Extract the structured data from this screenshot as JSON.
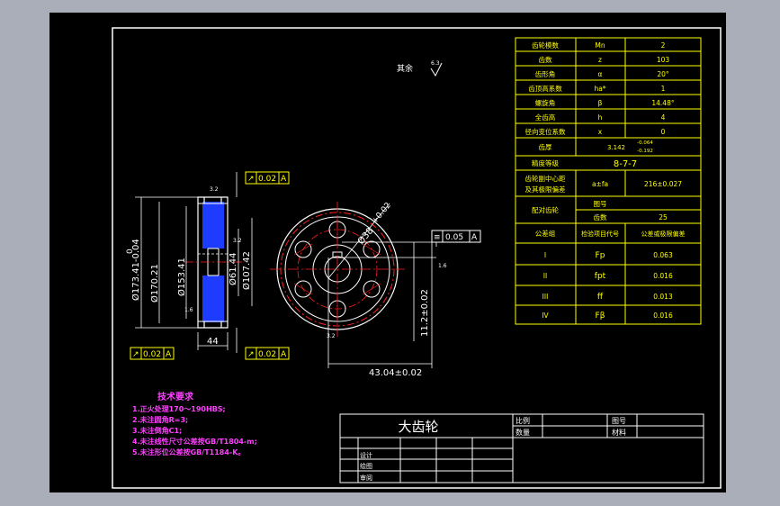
{
  "colors": {
    "background": "#000000",
    "frame": "#ffffff",
    "table": "#ffff00",
    "part": "#ffffff",
    "hatch": "#1e3cff",
    "centerline": "#ff2020",
    "dimension": "#ffffff",
    "notes": "#ff40ff"
  },
  "surface_note": {
    "text": "其余",
    "symbol": "6.3"
  },
  "params": [
    {
      "name": "齿轮模数",
      "symbol": "Mn",
      "value": "2"
    },
    {
      "name": "齿数",
      "symbol": "z",
      "value": "103"
    },
    {
      "name": "齿形角",
      "symbol": "α",
      "value": "20°"
    },
    {
      "name": "齿顶高系数",
      "symbol": "ha*",
      "value": "1"
    },
    {
      "name": "螺旋角",
      "symbol": "β",
      "value": "14.48°"
    },
    {
      "name": "全齿高",
      "symbol": "h",
      "value": "4"
    },
    {
      "name": "径向变位系数",
      "symbol": "x",
      "value": "0"
    }
  ],
  "thickness": {
    "name": "齿厚",
    "value": "3.142",
    "upper": "-0.064",
    "lower": "-0.192"
  },
  "precision": {
    "name": "精度等级",
    "value": "8-7-7"
  },
  "center_dist": {
    "name1": "齿轮副中心距",
    "name2": "及其极限偏差",
    "symbol": "a±fa",
    "value": "216±0.027"
  },
  "mating": {
    "name": "配对齿轮",
    "row1": "图号",
    "row2": "齿数",
    "row2_value": "25"
  },
  "tol_header": {
    "group": "公差组",
    "item": "检验项目代号",
    "value": "公差或极限偏差"
  },
  "tol_rows": [
    {
      "group": "I",
      "code": "Fp",
      "value": "0.063"
    },
    {
      "group": "II",
      "code": "fpt",
      "value": "0.016"
    },
    {
      "group": "III",
      "code": "ff",
      "value": "0.013"
    },
    {
      "group": "IV",
      "code": "Fβ",
      "value": "0.016"
    }
  ],
  "dims": {
    "d1": "Ø173.41-0.04",
    "d1_top": "0",
    "d2": "Ø170.21",
    "d3": "Ø153.41",
    "d4": "Ø61.44",
    "d5": "Ø107.42",
    "width": "44",
    "bore": "Ø38",
    "bore_tol": "+0.02",
    "keyway": "43.04±0.02",
    "keywidth": "11.2±0.02",
    "tol_runout": "0.02",
    "tol_flat": "0.05",
    "datum": "A",
    "rough1": "3.2",
    "rough2": "1.6",
    "rough3": "3.2",
    "rough4": "1.6",
    "rough5": "3.2"
  },
  "tech_notes": {
    "title": "技术要求",
    "items": [
      "1.正火处理170～190HBS;",
      "2.未注圆角R=3;",
      "3.未注倒角C1;",
      "4.未注线性尺寸公差按GB/T1804-m;",
      "5.未注形位公差按GB/T1184-K。"
    ]
  },
  "title_block": {
    "name": "大齿轮",
    "scale_label": "比例",
    "qty_label": "数量",
    "drawing_no_label": "图号",
    "material_label": "材料",
    "designer_label": "设计",
    "drafter_label": "绘图",
    "checker_label": "审阅"
  }
}
